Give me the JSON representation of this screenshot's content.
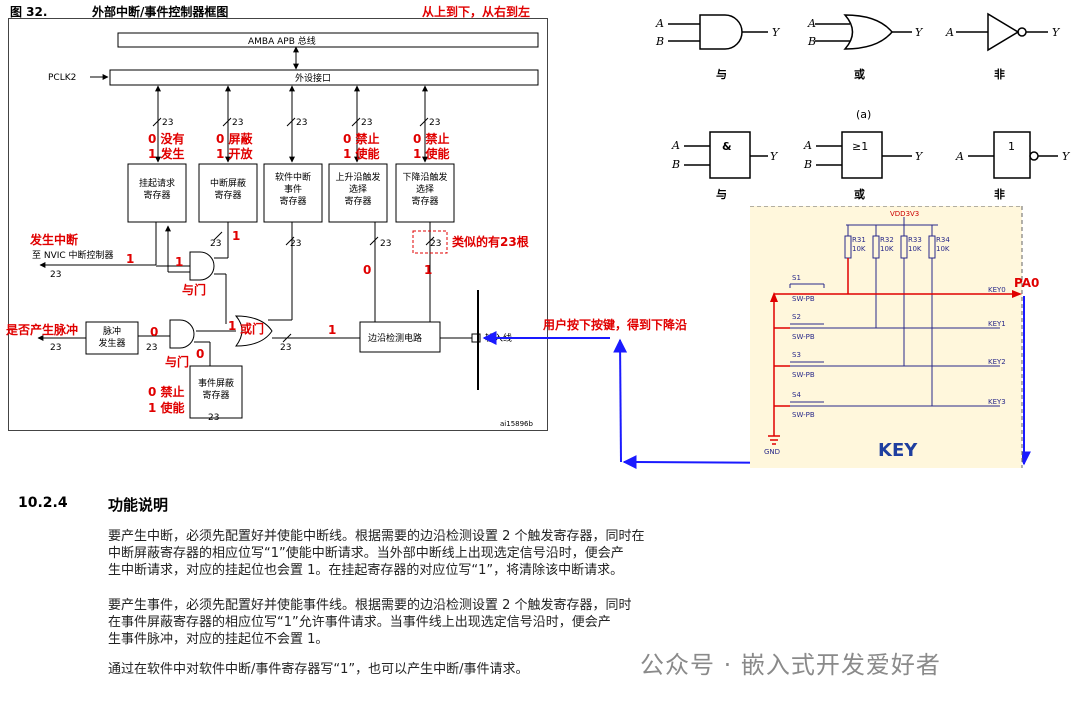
{
  "figure": {
    "label": "图 32.",
    "title": "外部中断/事件控制器框图",
    "note_top": "从上到下，从右到左",
    "bus": "AMBA APB 总线",
    "clock": "PCLK2",
    "periph_interface": "外设接口",
    "bus_width": "23",
    "registers": [
      {
        "name": "挂起请求\n寄存器",
        "ann_0": "0 没有",
        "ann_1": "1 发生"
      },
      {
        "name": "中断屏蔽\n寄存器",
        "ann_0": "0 屏蔽",
        "ann_1": "1 开放"
      },
      {
        "name": "软件中断\n事件\n寄存器",
        "ann_0": "",
        "ann_1": ""
      },
      {
        "name": "上升沿触发\n选择\n寄存器",
        "ann_0": "0  禁止",
        "ann_1": "1 使能"
      },
      {
        "name": "下降沿触发\n选择\n寄存器",
        "ann_0": "0  禁止",
        "ann_1": "1 使能"
      }
    ],
    "ann_irq": "发生中断",
    "nvic": "至 NVIC 中断控制器",
    "ann_similar": "类似的有23根",
    "and_gate_1": "与门",
    "or_gate": "或门",
    "and_gate_2": "与门",
    "pulse_gen": "脉冲\n发生器",
    "ann_pulse": "是否产生脉冲",
    "event_mask": "事件屏蔽\n寄存器",
    "ann_event_0": "0  禁止",
    "ann_event_1": "1  使能",
    "edge_detect": "边沿检测电路",
    "input_line": "输入线",
    "ann_key": "用户按下按键，得到下降沿",
    "fig_id": "ai15896b",
    "bit_one": "1",
    "bit_zero": "0"
  },
  "gates": {
    "and_label": "与",
    "or_label": "或",
    "not_label": "非",
    "panel_label": "(a)",
    "amp": "&",
    "ge1": "≥1",
    "one": "1",
    "A": "A",
    "B": "B",
    "Y": "Y"
  },
  "schematic": {
    "vdd": "VDD3V3",
    "resistors": [
      "R31\n10K",
      "R32\n10K",
      "R33\n10K",
      "R34\n10K"
    ],
    "switches": [
      "S1",
      "S2",
      "S3",
      "S4"
    ],
    "switch_type": "SW-PB",
    "keys": [
      "KEY0",
      "KEY1",
      "KEY2",
      "KEY3"
    ],
    "pa0": "PA0",
    "gnd": "GND",
    "title": "KEY"
  },
  "section": {
    "number": "10.2.4",
    "title": "功能说明",
    "paragraphs": [
      [
        "要产生中断，必须先配置好并使能中断线。根据需要的边沿检测设置 2 个触发寄存器，同时在",
        "中断屏蔽寄存器的相应位写“1”使能中断请求。当外部中断线上出现选定信号沿时，便会产",
        "生中断请求，对应的挂起位也会置 1。在挂起寄存器的对应位写“1”，将清除该中断请求。"
      ],
      [
        "要产生事件，必须先配置好并使能事件线。根据需要的边沿检测设置 2 个触发寄存器，同时",
        "在事件屏蔽寄存器的相应位写“1”允许事件请求。当事件线上出现选定信号沿时，便会产",
        "生事件脉冲，对应的挂起位不会置 1。"
      ],
      [
        "通过在软件中对软件中断/事件寄存器写“1”，也可以产生中断/事件请求。"
      ]
    ]
  },
  "watermark": "公众号 · 嵌入式开发爱好者",
  "colors": {
    "annotation": "#e00000",
    "blue": "#1a1aff",
    "key_title": "#1f3f9f"
  }
}
